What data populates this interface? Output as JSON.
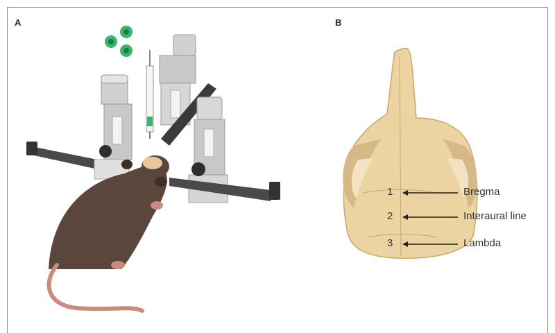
{
  "panels": [
    {
      "label": "A"
    },
    {
      "label": "B"
    }
  ],
  "landmarks": [
    {
      "number": "1",
      "name": "Bregma"
    },
    {
      "number": "2",
      "name": "Interaural line"
    },
    {
      "number": "3",
      "name": "Lambda"
    }
  ],
  "colors": {
    "frame": "#8a8a8a",
    "mouse_fur": "#5a463a",
    "mouse_fur_dark": "#3e2f26",
    "tail": "#c98a80",
    "skull": "#ecd4a2",
    "skull_shadow": "#d7b887",
    "stage_metal": "#cfcfcf",
    "stage_dark": "#4a4a4a",
    "cells": "#3cb371"
  }
}
